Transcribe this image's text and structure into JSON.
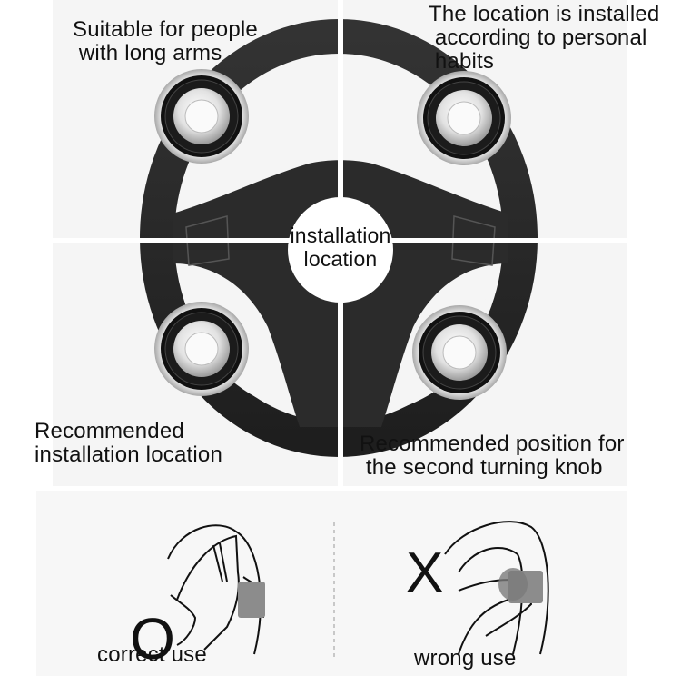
{
  "title": "Steering wheel spinner knob installation guide",
  "colors": {
    "wheel": "#2a2a2a",
    "knob_ring": "#111111",
    "knob_chrome": "#d8d8d8",
    "panel_bg": "#f5f5f5",
    "text": "#111111",
    "grip_gray": "#8c8c8c"
  },
  "positions": {
    "top_left": {
      "label": "Suitable for people\n with long arms"
    },
    "top_right": {
      "label": "The location is installed\n according to personal\n habits"
    },
    "bottom_left": {
      "label": "Recommended\ninstallation location"
    },
    "bottom_right": {
      "label": "Recommended position for\n the second turning knob"
    },
    "center": {
      "label": "installation\nlocation"
    }
  },
  "usage": {
    "correct": {
      "symbol": "O",
      "label": "correct use"
    },
    "wrong": {
      "symbol": "X",
      "label": "wrong use"
    }
  }
}
